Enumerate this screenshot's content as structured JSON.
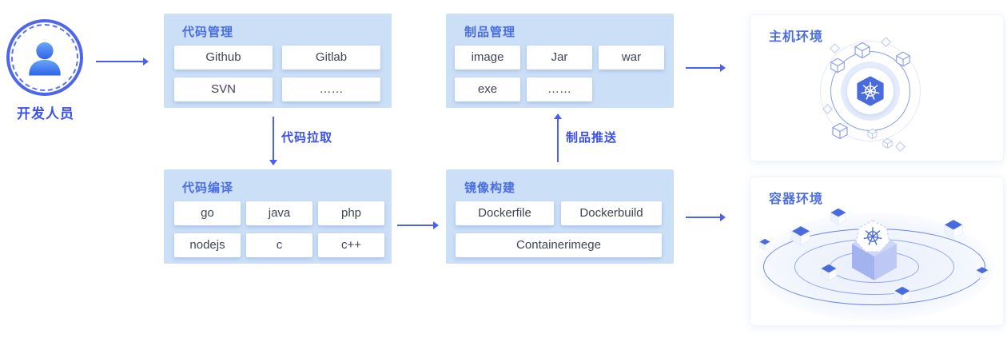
{
  "developer": {
    "label": "开发人员"
  },
  "flows": {
    "code_pull": "代码拉取",
    "artifact_push": "制品推送"
  },
  "boxes": {
    "code_mgmt": {
      "title": "代码管理",
      "items": [
        "Github",
        "Gitlab",
        "SVN",
        "……"
      ]
    },
    "artifact_mgmt": {
      "title": "制品管理",
      "items": [
        "image",
        "Jar",
        "war",
        "exe",
        "……"
      ]
    },
    "code_compile": {
      "title": "代码编译",
      "items": [
        "go",
        "java",
        "php",
        "nodejs",
        "c",
        "c++"
      ]
    },
    "image_build": {
      "title": "镜像构建",
      "items": [
        "Dockerfile",
        "Dockerbuild",
        "Containerimege"
      ]
    }
  },
  "panels": {
    "host_env": {
      "title": "主机环境",
      "icon": "kubernetes-icon"
    },
    "container_env": {
      "title": "容器环境",
      "icon": "kubernetes-badge-icon"
    }
  },
  "colors": {
    "accent_arrow": "#4b5ff2",
    "box_fill": "#cbdff7",
    "title_blue": "#4a6ee0",
    "label_blue": "#3b50ec",
    "item_text": "#3f4456",
    "kubernetes_blue": "#4a6be0"
  }
}
